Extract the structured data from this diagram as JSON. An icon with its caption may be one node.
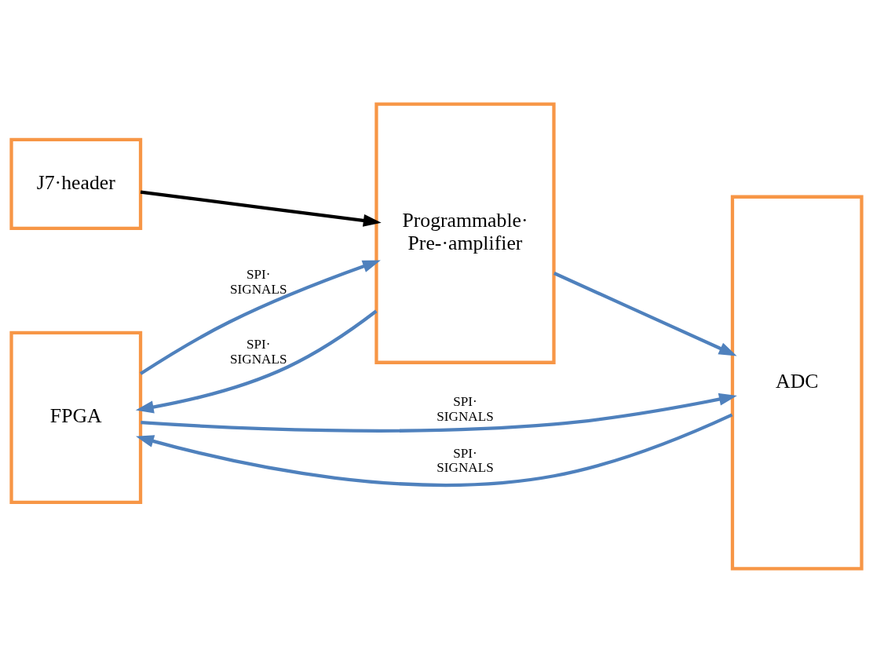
{
  "diagram": {
    "nodes": [
      {
        "text": [
          "J7·header"
        ]
      },
      {
        "text": [
          "Programmable· Pre-·amplifier"
        ]
      },
      {
        "text": [
          "ADC"
        ]
      },
      {
        "text": [
          "FPGA"
        ]
      }
    ],
    "edges": [
      {
        "from": 0,
        "to": 1,
        "arrow": "to",
        "color": "#000000"
      },
      {
        "from": 1,
        "to": 2,
        "arrow": "to"
      },
      {
        "from": 3,
        "to": 1,
        "arrow": "to",
        "label": "SPI· SIGNALS"
      },
      {
        "from": 3,
        "to": 2,
        "arrow": "to",
        "label": "SPI· SIGNALS"
      },
      {
        "from": 1,
        "to": 3,
        "arrow": "to",
        "label": "SPI· SIGNALS"
      },
      {
        "from": 2,
        "to": 3,
        "arrow": "to",
        "label": "SPI· SIGNALS"
      }
    ]
  }
}
